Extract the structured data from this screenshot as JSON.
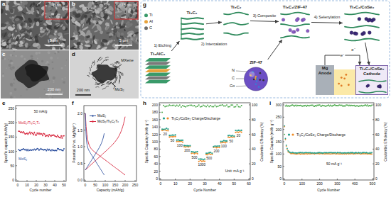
{
  "diagram": {
    "nodes": [
      {
        "text": [
          "Ti₃AlC₂"
        ]
      },
      {
        "text": [
          "Ti₃C₂"
        ]
      },
      {
        "text": [
          "Ti₃C₂"
        ]
      },
      {
        "text": [
          "Ti₃C₂/ZIF-47"
        ]
      },
      {
        "text": [
          "Ti₃C₂/CoSe₂"
        ]
      },
      {
        "text": [
          "ZIF-47"
        ]
      },
      {
        "text": [
          "Mg Anode"
        ]
      },
      {
        "text": [
          "Ti₃C₂/CoSe₂ Cathode"
        ]
      }
    ],
    "edges": [
      {
        "from": 0,
        "to": 1,
        "arrow": "to",
        "label": "1) Etching"
      },
      {
        "from": 1,
        "to": 2,
        "arrow": "to",
        "label": "2) Intercalation"
      },
      {
        "from": 2,
        "to": 3,
        "arrow": "to",
        "label": "3) Composite"
      },
      {
        "from": 3,
        "to": 4,
        "arrow": "to",
        "label": "4) Selenylation"
      },
      {
        "from": 5,
        "to": 3,
        "arrow": "to"
      },
      {
        "from": 4,
        "to": 7,
        "arrow": "to"
      },
      {
        "from": 6,
        "to": 7,
        "arrow": "to",
        "label": "e⁻"
      }
    ],
    "labels": [
      "a",
      "b",
      "c",
      "d",
      "e",
      "f",
      "g",
      "h",
      "i",
      "75 nm",
      "5 μm",
      "7.5 nm",
      "5 μm",
      "200 nm",
      "MXene",
      "MoS₂",
      "200 nm",
      "0",
      "50",
      "100",
      "150",
      "200",
      "250",
      "0",
      "10",
      "20",
      "30",
      "40",
      "50",
      "Specific capacity (mAh/g)",
      "Cycle number",
      "50 mA/g",
      "MoS₂/Ti₃C₂Tₓ",
      "MoS₂",
      "0.0",
      "0.5",
      "1.0",
      "1.5",
      "2.0",
      "0",
      "50",
      "100",
      "150",
      "200",
      "250",
      "Potential (V vs. Mg/Mg²⁺)",
      "Capacity (mAh/g)",
      "N",
      "C",
      "Co",
      "e⁻",
      "0",
      "20",
      "40",
      "60",
      "80",
      "100",
      "120",
      "140",
      "160",
      "180",
      "200",
      "0",
      "20",
      "40",
      "60",
      "80",
      "100",
      "0",
      "10",
      "20",
      "30",
      "40",
      "50",
      "60",
      "Specific Capacity (mAh g⁻¹)",
      "Coulombic Efficiency (%)",
      "Cycle Number",
      "20",
      "50",
      "100",
      "200",
      "500",
      "1000",
      "500",
      "200",
      "100",
      "50",
      "20",
      "Unit: mA g⁻¹",
      "0",
      "50",
      "100",
      "150",
      "200",
      "250",
      "300",
      "0",
      "20",
      "40",
      "60",
      "80",
      "100",
      "0",
      "100",
      "200",
      "300",
      "400",
      "500",
      "Specific Capacity (mAh g⁻¹)",
      "Coulombic Efficiency (%)",
      "Cycle Number",
      "50 mA g⁻¹"
    ],
    "legend": [
      {
        "text": "Ti",
        "color": "#3a9a6a"
      },
      {
        "text": "Al",
        "color": "#e8a33c"
      },
      {
        "text": "C",
        "color": "#6d6d6d"
      },
      {
        "text": "MoS₂"
      },
      {
        "text": "MoS₂/Ti₃C₂Tₓ"
      },
      {
        "text": "Ti₃C₂/CoSe₂ Charge/Discharge"
      },
      {
        "text": "Ti₃C₂/CoSe₂ Charge/Discharge"
      }
    ]
  }
}
